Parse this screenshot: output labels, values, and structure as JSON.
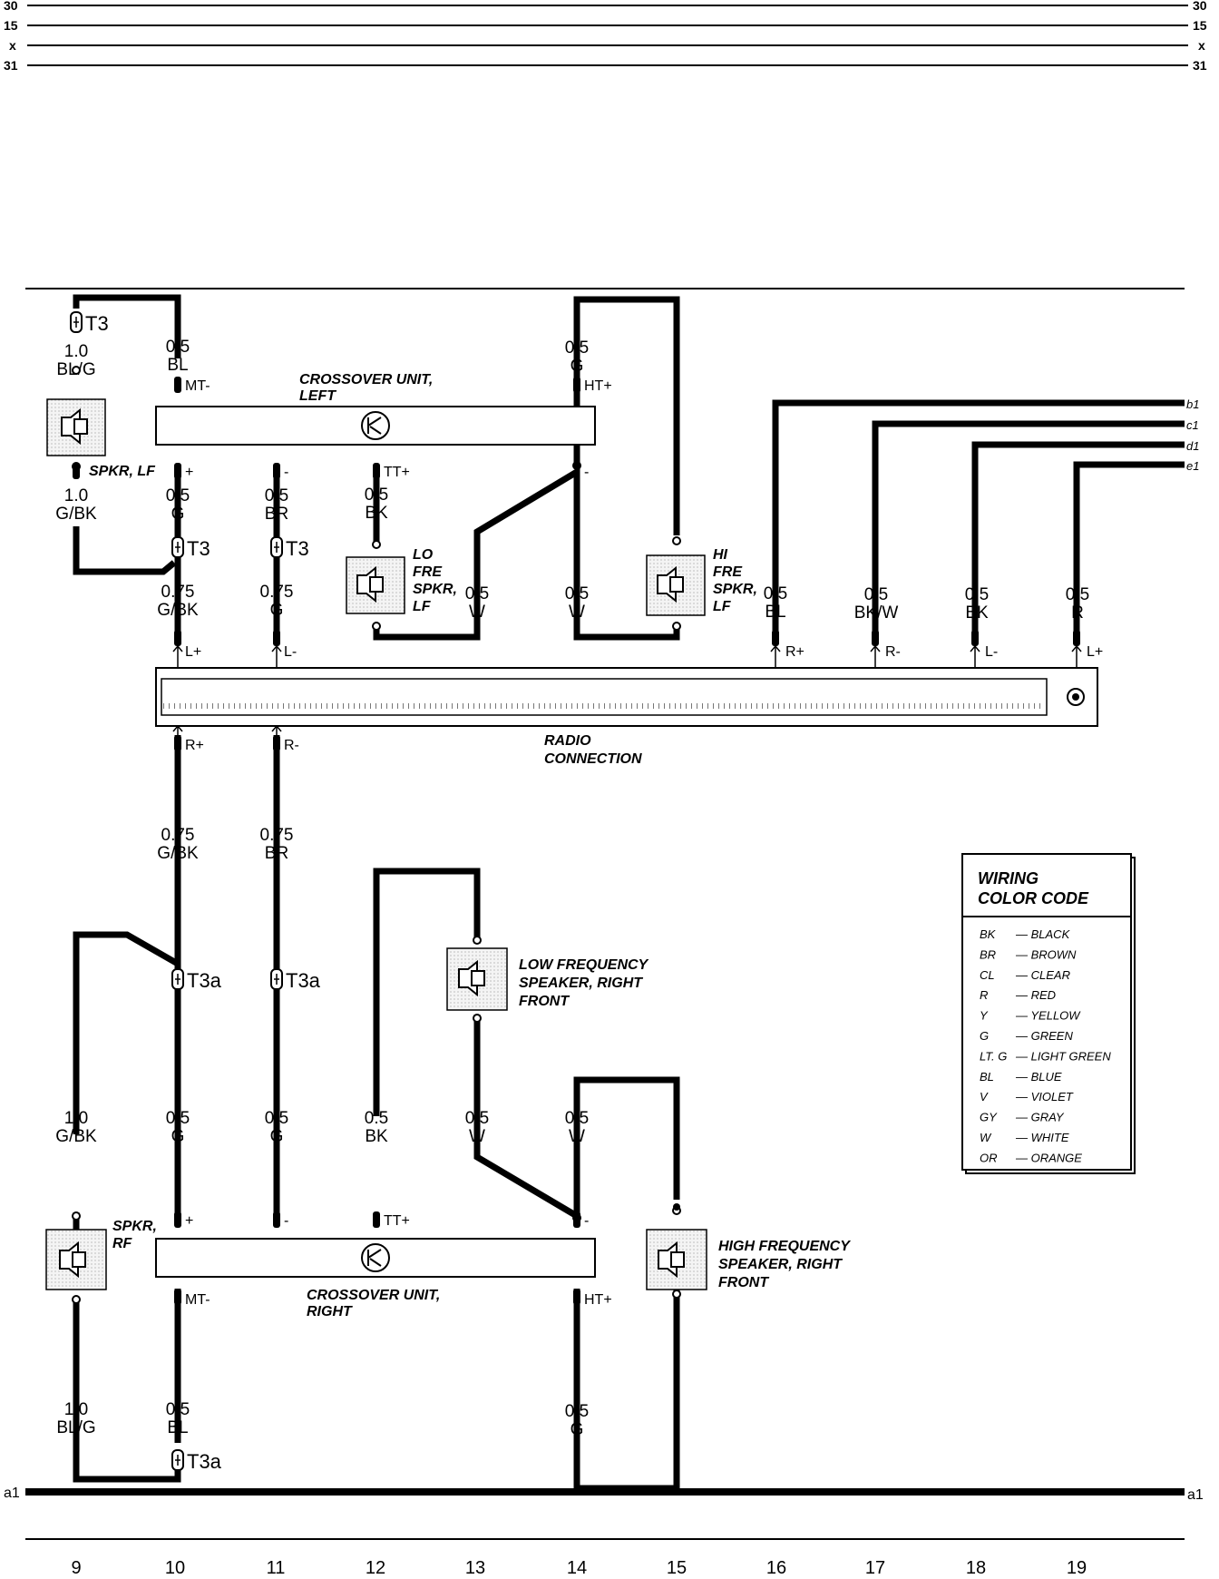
{
  "bus_lines": [
    "30",
    "15",
    "x",
    "31"
  ],
  "ground_label": "a1",
  "column_numbers": [
    "9",
    "10",
    "11",
    "12",
    "13",
    "14",
    "15",
    "16",
    "17",
    "18",
    "19"
  ],
  "components": {
    "crossover_left": "CROSSOVER UNIT,\nLEFT",
    "crossover_right": "CROSSOVER UNIT,\nRIGHT",
    "spkr_lf": "SPKR, LF",
    "lo_fre_spkr_lf": "LO\nFRE\nSPKR,\nLF",
    "hi_fre_spkr_lf": "HI\nFRE\nSPKR,\nLF",
    "radio_connection": "RADIO\nCONNECTION",
    "low_freq_speaker_rf": "LOW FREQUENCY\nSPEAKER, RIGHT\nFRONT",
    "spkr_rf": "SPKR,\nRF",
    "high_freq_speaker_rf": "HIGH FREQUENCY\nSPEAKER, RIGHT\nFRONT"
  },
  "connectors": [
    "T3",
    "T3",
    "T3",
    "T3a",
    "T3a",
    "T3a"
  ],
  "pins": [
    "MT-",
    "HT+",
    "+",
    "-",
    "TT+",
    "-",
    "L+",
    "L-",
    "R+",
    "R-",
    "L-",
    "L+",
    "R+",
    "R-",
    "+",
    "-",
    "TT+",
    "-",
    "MT-",
    "HT+"
  ],
  "offpage": [
    "b1",
    "c1",
    "d1",
    "e1"
  ],
  "wires": [
    [
      "1.0",
      "BL/G"
    ],
    [
      "0.5",
      "BL"
    ],
    [
      "0.5",
      "G"
    ],
    [
      "1.0",
      "G/BK"
    ],
    [
      "0.5",
      "G"
    ],
    [
      "0.5",
      "BR"
    ],
    [
      "0.5",
      "BK"
    ],
    [
      "0.75",
      "G/BK"
    ],
    [
      "0.75",
      "G"
    ],
    [
      "0.5",
      "W"
    ],
    [
      "0.5",
      "W"
    ],
    [
      "0.5",
      "BL"
    ],
    [
      "0.5",
      "BK/W"
    ],
    [
      "0.5",
      "BK"
    ],
    [
      "0.5",
      "R"
    ],
    [
      "0.75",
      "G/BK"
    ],
    [
      "0.75",
      "BR"
    ],
    [
      "1.0",
      "G/BK"
    ],
    [
      "0.5",
      "G"
    ],
    [
      "0.5",
      "G"
    ],
    [
      "0.5",
      "BK"
    ],
    [
      "0.5",
      "W"
    ],
    [
      "0.5",
      "W"
    ],
    [
      "1.0",
      "BL/G"
    ],
    [
      "0.5",
      "BL"
    ],
    [
      "0.5",
      "G"
    ]
  ],
  "legend": {
    "title": "WIRING\nCOLOR CODE",
    "entries": [
      [
        "BK",
        "BLACK"
      ],
      [
        "BR",
        "BROWN"
      ],
      [
        "CL",
        "CLEAR"
      ],
      [
        "R",
        "RED"
      ],
      [
        "Y",
        "YELLOW"
      ],
      [
        "G",
        "GREEN"
      ],
      [
        "LT. G",
        "LIGHT GREEN"
      ],
      [
        "BL",
        "BLUE"
      ],
      [
        "V",
        "VIOLET"
      ],
      [
        "GY",
        "GRAY"
      ],
      [
        "W",
        "WHITE"
      ],
      [
        "OR",
        "ORANGE"
      ]
    ]
  }
}
